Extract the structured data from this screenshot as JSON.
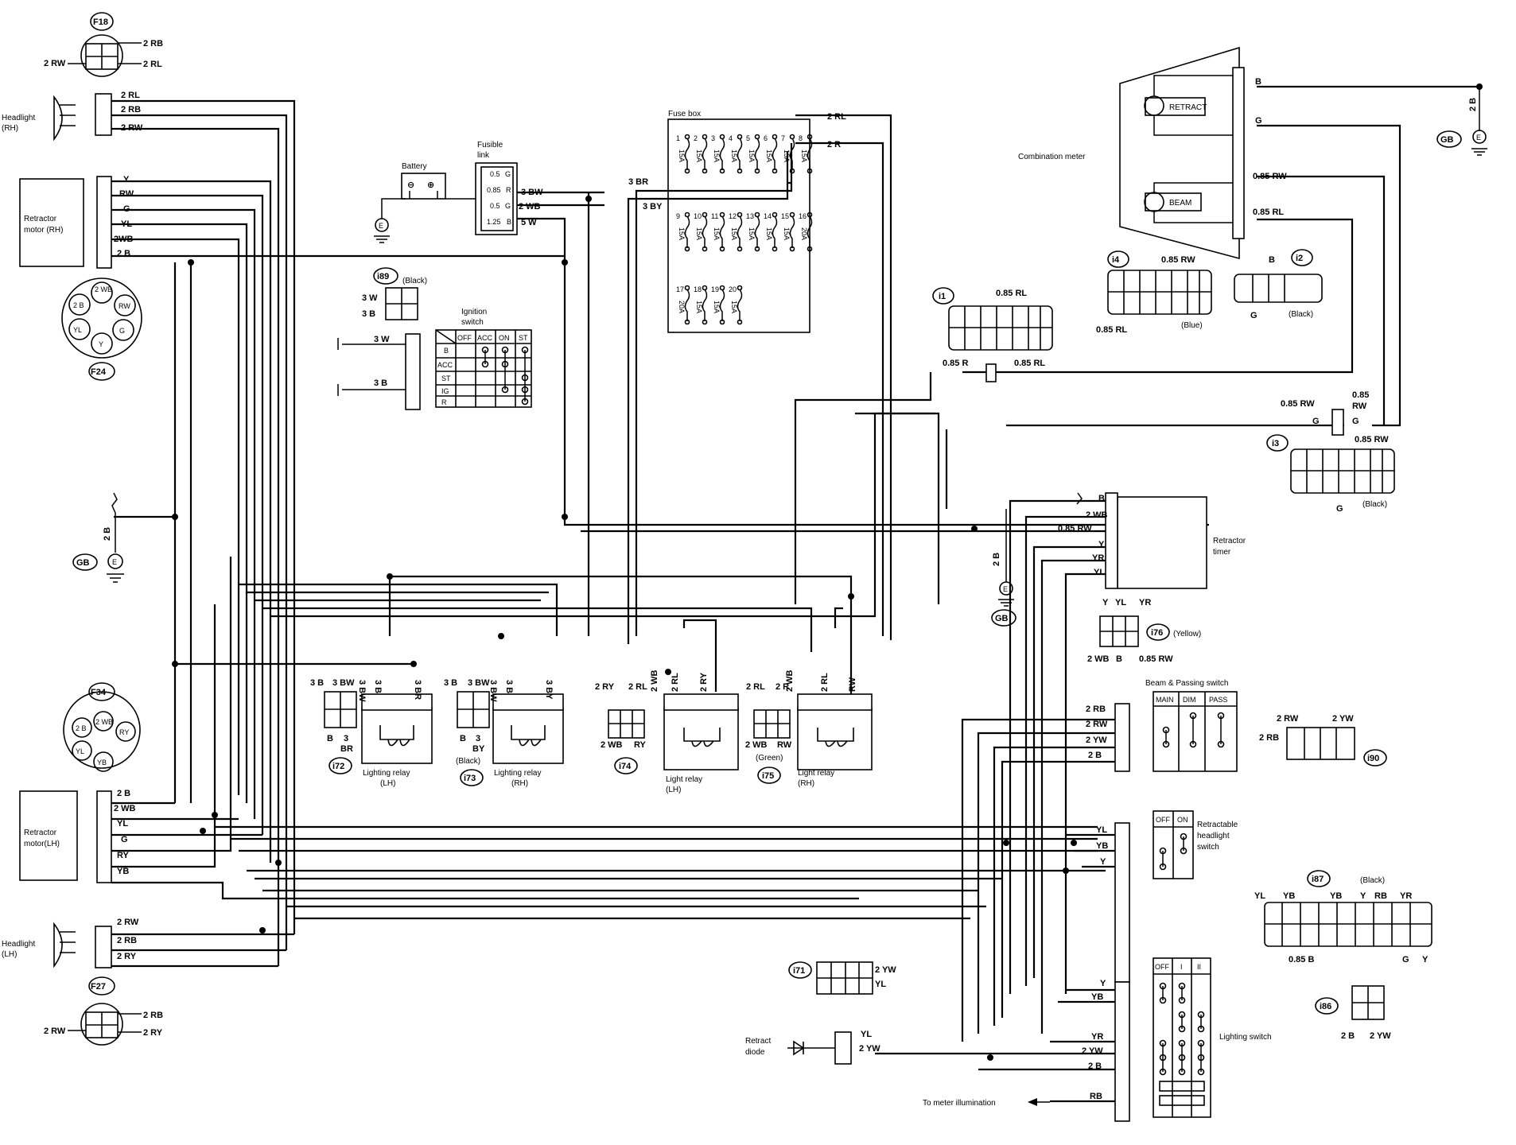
{
  "connectors": {
    "F18": {
      "id": "F18",
      "p1": "2 RB",
      "p2": "2 RW",
      "p3": "2 RL"
    },
    "F24": {
      "id": "F24",
      "pins": [
        "2 WB",
        "RW",
        "G",
        "Y",
        "YL",
        "2 B"
      ]
    },
    "F34": {
      "id": "F34",
      "pins": [
        "2 WB",
        "RY",
        "YB",
        "YL",
        "2 B"
      ]
    },
    "F27": {
      "id": "F27",
      "p1": "2 RB",
      "p2": "2 RW",
      "p3": "2 RY"
    },
    "i89": {
      "id": "i89",
      "note": "(Black)",
      "p1": "3 W",
      "p2": "3 B"
    },
    "i72": {
      "id": "i72",
      "p1": "3 B",
      "p2": "3 BW",
      "p3": "B",
      "p4": "3",
      "p5": "BR"
    },
    "i73": {
      "id": "i73",
      "p1": "3 B",
      "p2": "3 BW",
      "p3": "B",
      "p4": "3",
      "p5": "BY",
      "note": "(Black)"
    },
    "i74": {
      "id": "i74",
      "p1": "2 RY",
      "p2": "2 RL",
      "p3": "2 WB",
      "p4": "RY"
    },
    "i75": {
      "id": "i75",
      "p1": "2 RL",
      "p2": "2 R",
      "p3": "2 WB",
      "p4": "RW",
      "note": "(Green)"
    },
    "i1": {
      "id": "i1",
      "p1": "0.85 RL"
    },
    "i4": {
      "id": "i4",
      "p1": "0.85 RW",
      "p2": "0.85 RL",
      "note": "(Blue)"
    },
    "i2": {
      "id": "i2",
      "p1": "B",
      "p2": "G",
      "note": "(Black)"
    },
    "i3": {
      "id": "i3",
      "p1": "0.85 RW",
      "p2": "G",
      "note": "(Black)"
    },
    "i76": {
      "id": "i76",
      "note": "(Yellow)",
      "p1": "Y",
      "p2": "YL",
      "p3": "YR",
      "p4": "2 WB",
      "p5": "B",
      "p6": "0.85 RW"
    },
    "i90": {
      "id": "i90",
      "p1": "2 RW",
      "p2": "2 YW",
      "p3": "2 RB"
    },
    "i87": {
      "id": "i87",
      "note": "(Black)",
      "p1": "YL",
      "p2": "YB",
      "p3": "YB",
      "p4": "Y",
      "p5": "RB",
      "p6": "YR",
      "p7": "0.85 B",
      "p8": "G",
      "p9": "Y"
    },
    "i71": {
      "id": "i71",
      "p1": "2 YW",
      "p2": "YL"
    },
    "i86": {
      "id": "i86",
      "p1": "2 B",
      "p2": "2 YW"
    }
  },
  "components": {
    "headlight_rh": {
      "line1": "Headlight",
      "line2": "(RH)",
      "wires": [
        "2 RL",
        "2 RB",
        "2 RW"
      ]
    },
    "headlight_lh": {
      "line1": "Headlight",
      "line2": "(LH)",
      "wires": [
        "2 RW",
        "2 RB",
        "2 RY"
      ]
    },
    "retractor_rh": {
      "line1": "Retractor",
      "line2": "motor (RH)",
      "wires": [
        "Y",
        "RW",
        "G",
        "YL",
        "2WB",
        "2 B"
      ]
    },
    "retractor_lh": {
      "line1": "Retractor",
      "line2": "motor(LH)",
      "wires": [
        "2 B",
        "2 WB",
        "YL",
        "G",
        "RY",
        "YB"
      ]
    },
    "battery": {
      "label": "Battery"
    },
    "fusible_link": {
      "line1": "Fusible",
      "line2": "link",
      "f1": "0.5",
      "f1c": "G",
      "f2": "0.85",
      "f2c": "R",
      "f3": "0.5",
      "f3c": "G",
      "f4": "1.25",
      "f4c": "B",
      "w1": "3 BW",
      "w2": "2 WB",
      "w3": "5 W"
    },
    "ignition_switch": {
      "line1": "Ignition",
      "line2": "switch",
      "cols": [
        "OFF",
        "ACC",
        "ON",
        "ST"
      ],
      "rows": [
        "B",
        "ACC",
        "ST",
        "IG",
        "R"
      ],
      "w1": "3 W",
      "w2": "3 B"
    },
    "fuse_box": {
      "label": "Fuse box",
      "w_rl": "2 RL",
      "w_r": "2 R",
      "w_br": "3 BR",
      "w_by": "3 BY",
      "row1": [
        [
          "1",
          "15A"
        ],
        [
          "2",
          "15A"
        ],
        [
          "3",
          "15A"
        ],
        [
          "4",
          "15A"
        ],
        [
          "5",
          "15A"
        ],
        [
          "6",
          "15A"
        ],
        [
          "7",
          "15A"
        ],
        [
          "8",
          "15A"
        ]
      ],
      "row2": [
        [
          "9",
          "15A"
        ],
        [
          "10",
          "15A"
        ],
        [
          "11",
          "15A"
        ],
        [
          "12",
          "15A"
        ],
        [
          "13",
          "15A"
        ],
        [
          "14",
          "15A"
        ],
        [
          "15",
          "15A"
        ],
        [
          "16",
          "20A"
        ]
      ],
      "row3": [
        [
          "17",
          "20A"
        ],
        [
          "18",
          "15A"
        ],
        [
          "19",
          "15A"
        ],
        [
          "20",
          "15A"
        ]
      ]
    },
    "combination_meter": {
      "label": "Combination meter",
      "retract": "RETRACT",
      "beam": "BEAM",
      "w_b": "B",
      "w_g": "G",
      "w_rw": "0.85 RW",
      "w_rl": "0.85 RL",
      "w_2b": "2 B"
    },
    "lighting_relay_lh": {
      "line1": "Lighting relay",
      "line2": "(LH)",
      "w1": "3 BW",
      "w2": "3 B",
      "w3": "3 BR"
    },
    "lighting_relay_rh": {
      "line1": "Lighting relay",
      "line2": "(RH)",
      "w1": "3 BW",
      "w2": "3 B",
      "w3": "3 BY"
    },
    "light_relay_lh": {
      "line1": "Light relay",
      "line2": "(LH)",
      "w1": "2 WB",
      "w2": "2 RL",
      "w3": "2 RY"
    },
    "light_relay_rh": {
      "line1": "Light relay",
      "line2": "(RH)",
      "w1": "2 WB",
      "w2": "2 RL",
      "w3": "RW"
    },
    "retractor_timer": {
      "line1": "Retractor",
      "line2": "timer",
      "wires": [
        "B",
        "2 WB",
        "0.85 RW",
        "Y",
        "YR",
        "YL"
      ],
      "ground": "2 B"
    },
    "beam_switch": {
      "label": "Beam & Passing switch",
      "cols": [
        "MAIN",
        "DIM",
        "PASS"
      ],
      "wires": [
        "2 RB",
        "2 RW",
        "2 YW",
        "2 B"
      ]
    },
    "retractable_switch": {
      "line1": "Retractable",
      "line2": "headlight",
      "line3": "switch",
      "cols": [
        "OFF",
        "ON"
      ],
      "wires": [
        "YL",
        "YB",
        "Y"
      ]
    },
    "lighting_switch": {
      "label": "Lighting switch",
      "cols": [
        "OFF",
        "I",
        "II"
      ],
      "wires": [
        "Y",
        "YB",
        "YR",
        "2 YW",
        "2 B",
        "RB"
      ]
    },
    "retract_diode": {
      "line1": "Retract",
      "line2": "diode",
      "w1": "YL",
      "w2": "2 YW"
    },
    "meter_illum": {
      "label": "To meter illumination"
    },
    "junction_085": {
      "left": "0.85 R",
      "right": "0.85 RL"
    },
    "junction_g": {
      "left": "0.85 RW",
      "left2": "G",
      "right": "0.85",
      "right2": "RW",
      "right3": "G"
    }
  },
  "grounds": {
    "gb_left": {
      "id": "GB",
      "wire": "2 B"
    },
    "gb_mid": {
      "id": "GB",
      "wire": "2 B"
    },
    "gb_right": {
      "id": "GB",
      "wire": "2 B"
    },
    "e": "E"
  }
}
